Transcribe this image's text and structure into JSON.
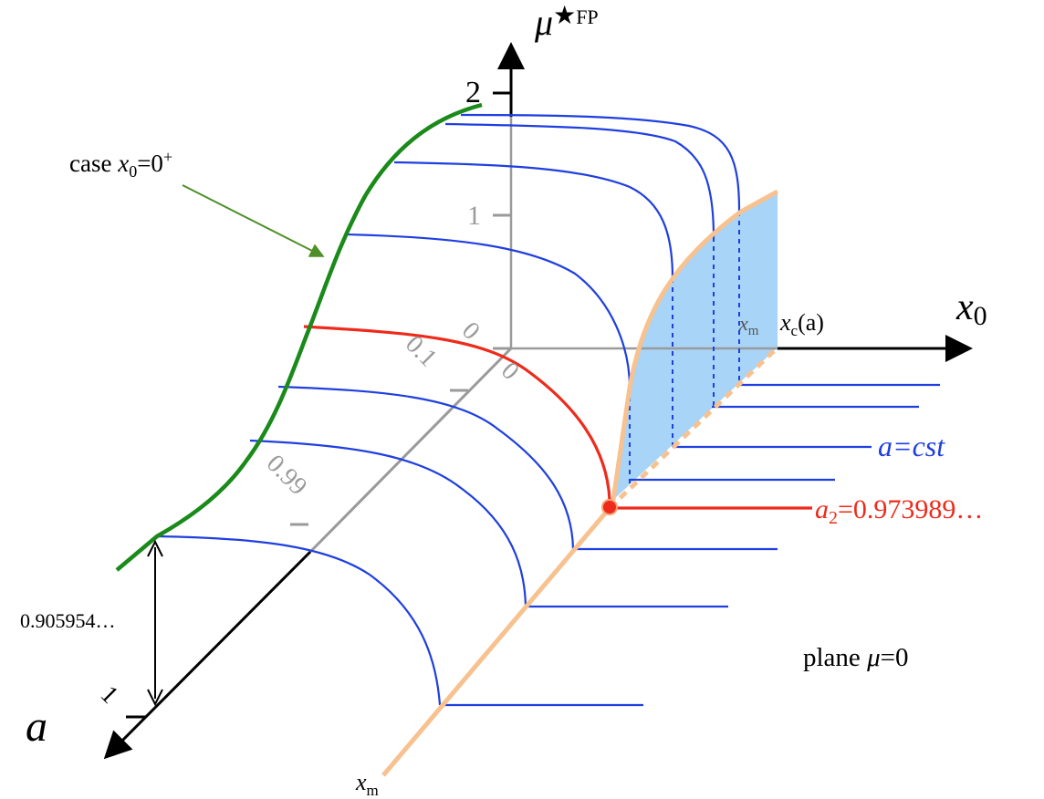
{
  "axes": {
    "mu_main": "μ",
    "mu_star": "★",
    "mu_sub": "FP",
    "x0_main": "x",
    "x0_sub": "0",
    "a_label": "a"
  },
  "mu_ticks": [
    "2",
    "1",
    "0"
  ],
  "a_ticks": [
    "0",
    "0.1",
    "0.99",
    "1"
  ],
  "origin_zero": "0",
  "labels": {
    "case_pre": "case ",
    "case_x": "x",
    "case_sub": "0",
    "case_eq": "=0",
    "case_sup": "+",
    "xm": "x",
    "xm_sub": "m",
    "xc_x": "x",
    "xc_sub": "c",
    "xc_arg": "(a)",
    "a_cst": "a=cst",
    "a2_a": "a",
    "a2_sub": "2",
    "a2_val": "=0.973989…",
    "height_val": "0.905954…",
    "plane_pre": "plane ",
    "plane_mu": "μ",
    "plane_eq": "=0"
  },
  "colors": {
    "blue": "#1f3fe0",
    "red": "#ee2a1b",
    "green": "#1a8a1a",
    "peach": "#f7c28f",
    "fill": "#a7d4f7",
    "gray": "#9a9a9a",
    "arrow_green": "#4f8f2a"
  }
}
